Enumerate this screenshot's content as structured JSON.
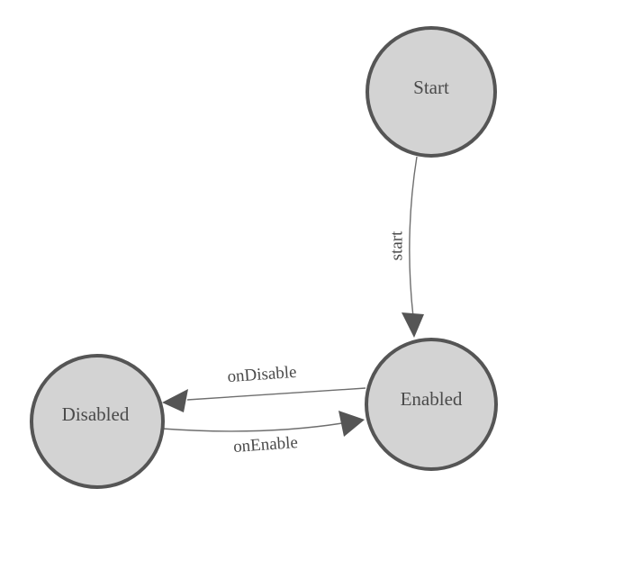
{
  "diagram": {
    "kind": "state-machine",
    "colors": {
      "background": "#ffffff",
      "node_fill": "#d3d3d3",
      "node_border": "#555555",
      "edge_line": "#6e6e6e",
      "arrowhead": "#555555",
      "text": "#4a4a4a"
    },
    "nodes": [
      {
        "id": "start",
        "label": "Start"
      },
      {
        "id": "enabled",
        "label": "Enabled"
      },
      {
        "id": "disabled",
        "label": "Disabled"
      }
    ],
    "edges": [
      {
        "id": "start-to-enabled",
        "from": "Start",
        "to": "Enabled",
        "label": "start"
      },
      {
        "id": "enabled-to-disabled",
        "from": "Enabled",
        "to": "Disabled",
        "label": "onDisable"
      },
      {
        "id": "disabled-to-enabled",
        "from": "Disabled",
        "to": "Enabled",
        "label": "onEnable"
      }
    ]
  }
}
